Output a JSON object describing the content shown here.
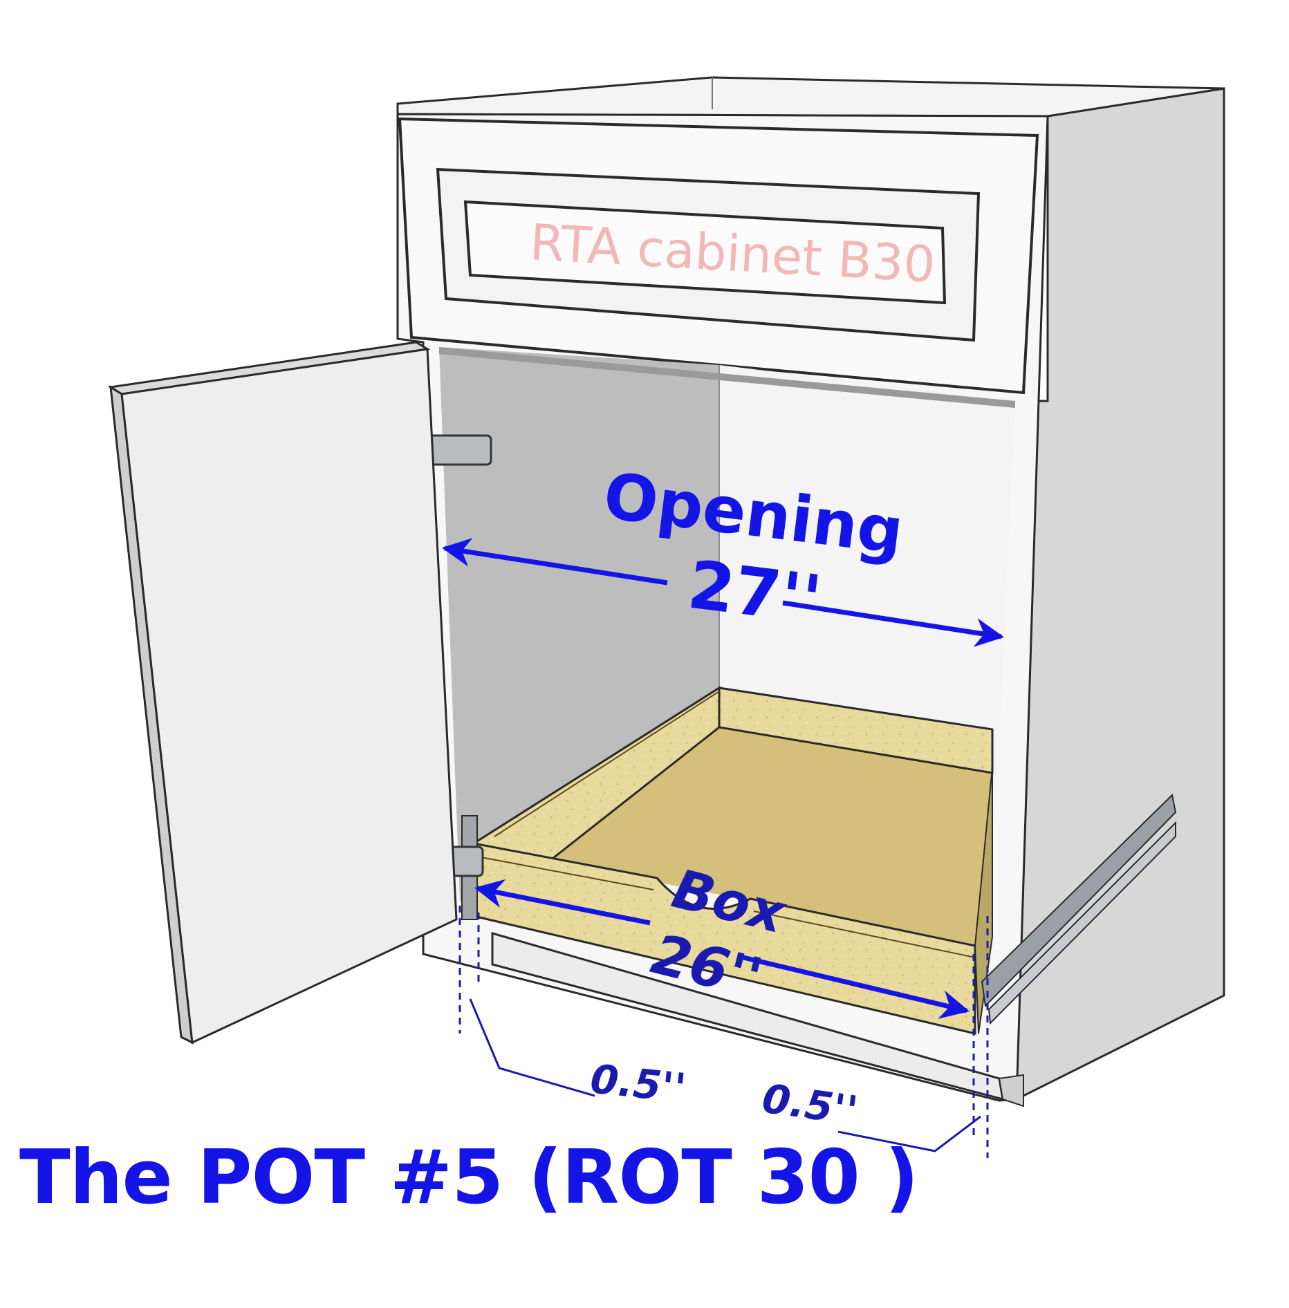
{
  "watermark": "RTA cabinet B30",
  "opening": {
    "label": "Opening",
    "value": "27''"
  },
  "box": {
    "label": "Box",
    "value": "26''"
  },
  "clearance": {
    "left": "0.5''",
    "right": "0.5''"
  },
  "caption": "The POT #5 (ROT 30 )",
  "colors": {
    "label_blue": "#1414e6",
    "dimension_blue": "#1a1ab0",
    "wood": "#e6d79a",
    "watermark_pink": "#f2b8b8"
  }
}
